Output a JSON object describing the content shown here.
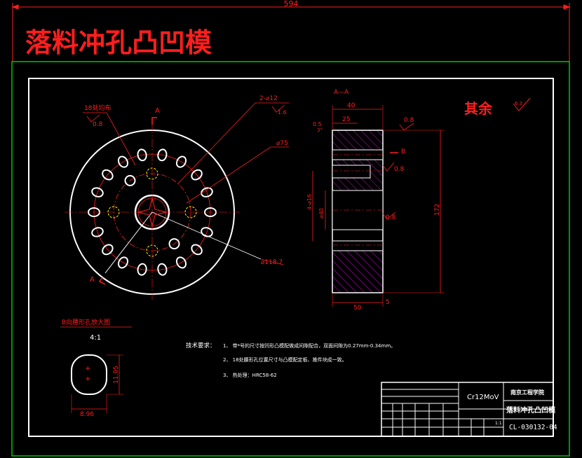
{
  "drawing": {
    "sheet_width": "594",
    "title": "落料冲孔凸凹模",
    "view_label": "A—A",
    "rest_label": "其余",
    "rest_roughness": "6.3",
    "section_arrow_a": "A",
    "section_arrow_b": "B",
    "detail": {
      "title": "B向腰形孔放大图",
      "scale": "4:1",
      "width": "8.96",
      "height": "11.05"
    },
    "dims": {
      "holes_18": "18处均布",
      "holes_18_rough": "0.8",
      "holes_2": "2-⌀12",
      "holes_2_rough": "1.6",
      "d75": "⌀75",
      "d118": "⌀118.7",
      "w40": "40",
      "w25": "25",
      "h05": "0.5",
      "chamfer": "3°",
      "r08_top": "0.8",
      "r08_mid": "0.8",
      "r08_side": "0.8",
      "d4x16": "4-⌀16",
      "d40": "⌀40",
      "h172": "172",
      "w50": "50",
      "w5": "5"
    },
    "notes": {
      "label": "技术要求：",
      "items": [
        "1、 带*号的尺寸按凹形凸模配做成间隙配合，双面间隙为0.27mm-0.34mm。",
        "2、 18处腰形孔位置尺寸与凸模配定板、推件块成一致。",
        "3、 热处理：HRC58-62"
      ]
    },
    "title_block": {
      "material": "Cr12MoV",
      "school": "南京工程学院",
      "part_name": "落料冲孔凸凹模",
      "drawing_no": "CL-030132-04",
      "scale": "1:1"
    }
  },
  "colors": {
    "frame": "#00c800",
    "line": "#ffffff",
    "dim": "#ff1e1e",
    "hidden": "#ffff00",
    "hatch": "#b400b4"
  }
}
